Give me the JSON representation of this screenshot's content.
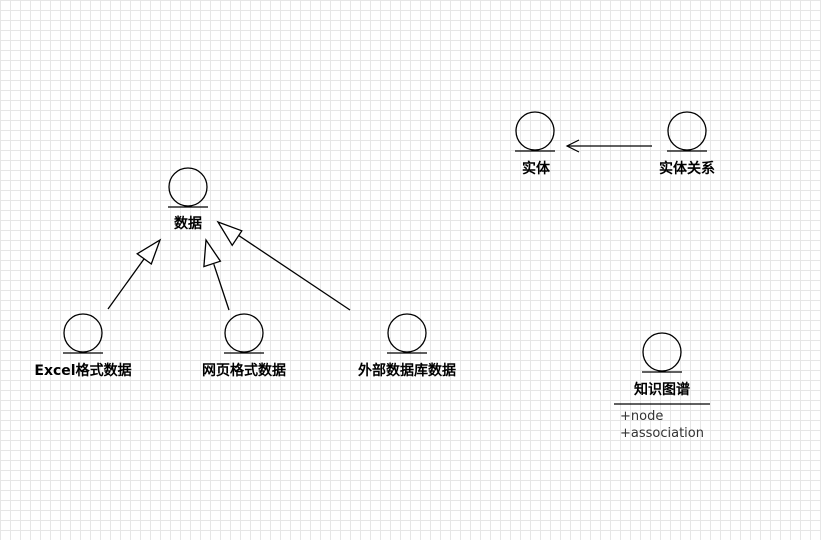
{
  "diagram": {
    "entities": [
      {
        "id": "shuju",
        "label": "数据"
      },
      {
        "id": "excel",
        "label": "Excel格式数据"
      },
      {
        "id": "web",
        "label": "网页格式数据"
      },
      {
        "id": "external",
        "label": "外部数据库数据"
      },
      {
        "id": "shiti",
        "label": "实体"
      },
      {
        "id": "shiti_guanxi",
        "label": "实体关系"
      },
      {
        "id": "kg",
        "label": "知识图谱"
      }
    ],
    "kg_attributes": [
      "+node",
      "+association"
    ],
    "relations": [
      {
        "from": "excel",
        "to": "shuju",
        "type": "generalization"
      },
      {
        "from": "web",
        "to": "shuju",
        "type": "generalization"
      },
      {
        "from": "external",
        "to": "shuju",
        "type": "generalization"
      },
      {
        "from": "shiti_guanxi",
        "to": "shiti",
        "type": "association-arrow"
      }
    ],
    "colors": {
      "stroke": "#000000",
      "grid": "#e6e6e6",
      "background": "#ffffff"
    }
  }
}
